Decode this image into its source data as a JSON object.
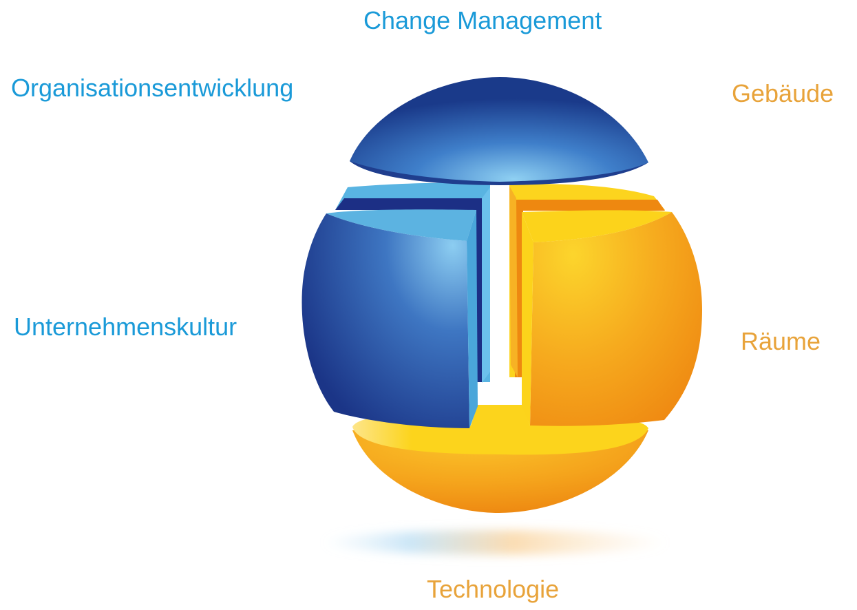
{
  "colors": {
    "blue_text": "#1a9ad8",
    "orange_text": "#e8a33a",
    "blue_dark": "#1b3a8c",
    "blue_mid": "#3a73c4",
    "blue_light": "#7ec6ee",
    "orange_dark": "#ee8710",
    "orange_mid": "#f6a81c",
    "yellow": "#fcd31b"
  },
  "labels": {
    "change_management": "Change Management",
    "organisationsentwicklung": "Organisationsentwicklung",
    "unternehmenskultur": "Unternehmenskultur",
    "gebaeude": "Gebäude",
    "raeume": "Räume",
    "technologie": "Technologie"
  },
  "segments": {
    "top": "blue",
    "left": "blue",
    "right": "orange",
    "bottom": "orange"
  }
}
